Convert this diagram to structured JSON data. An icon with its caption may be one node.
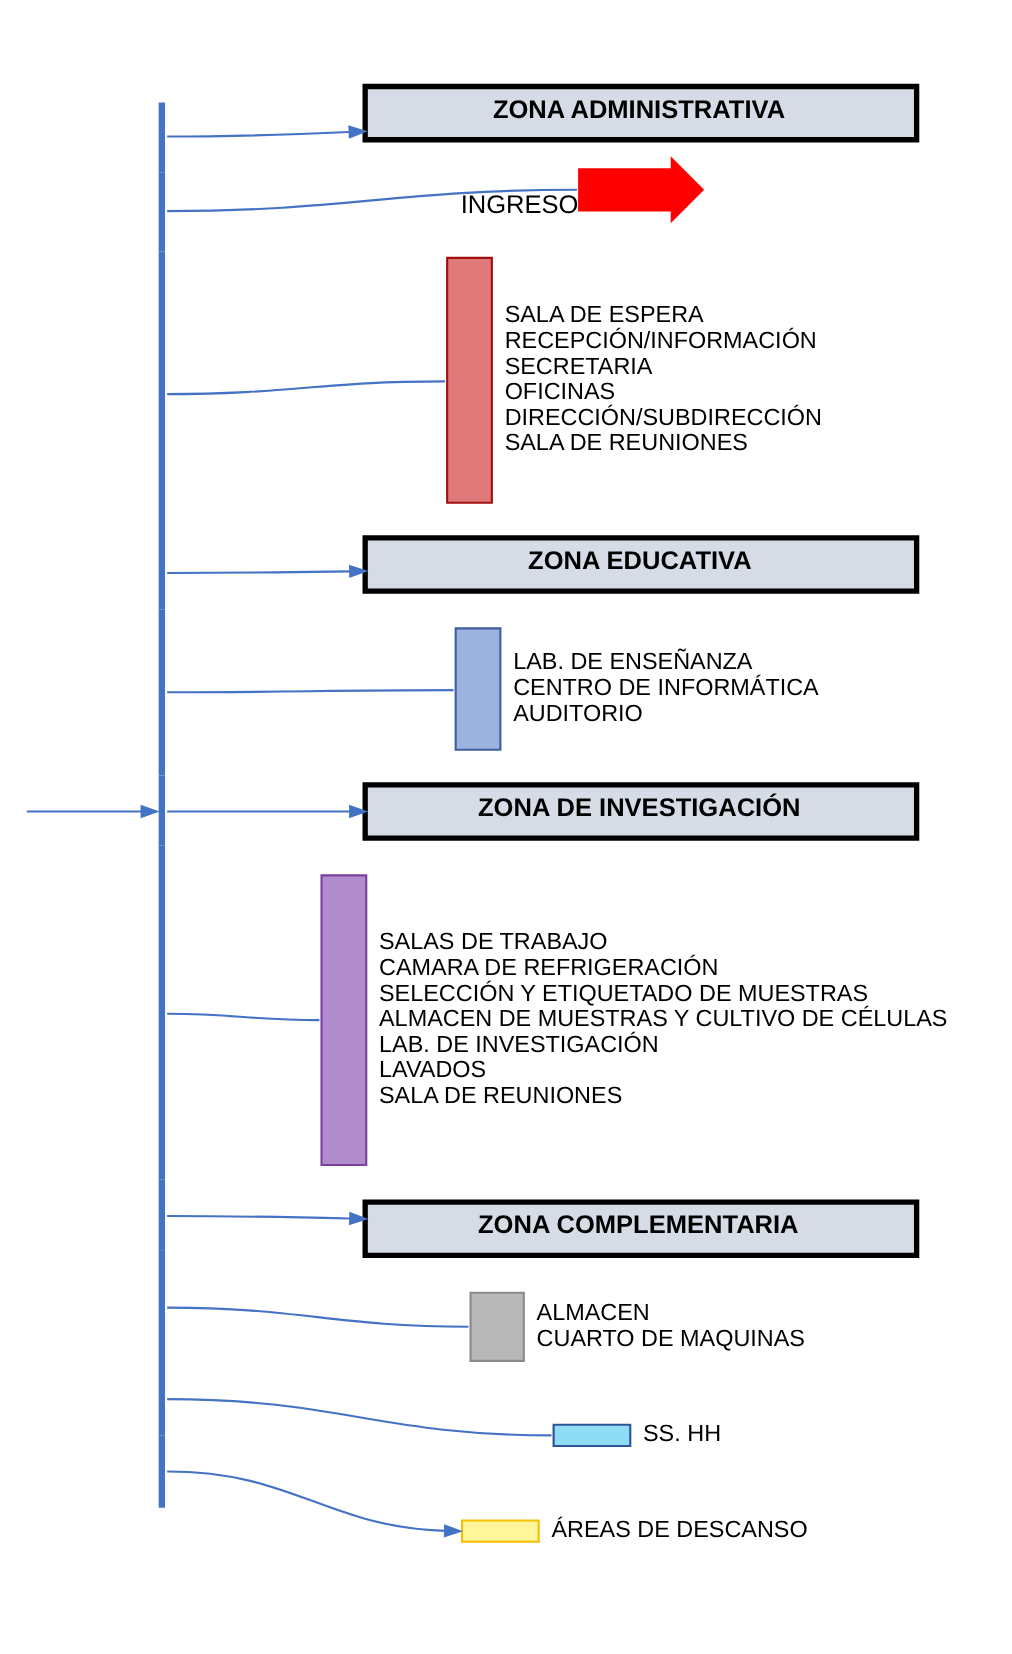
{
  "diagram": {
    "nodes": [
      {
        "text": [],
        "shape": "bar"
      },
      {
        "text": [
          "ZONA ADMINISTRATIVA"
        ]
      },
      {
        "text": [],
        "shape": "arrow",
        "beside": [
          "INGRESO"
        ]
      },
      {
        "text": [],
        "shape": "bar",
        "beside": [
          "SALA DE ESPERA",
          "RECEPCIÓN/INFORMACIÓN",
          "SECRETARIA",
          "OFICINAS",
          "DIRECCIÓN/SUBDIRECCIÓN",
          "SALA DE REUNIONES"
        ]
      },
      {
        "text": [
          "ZONA EDUCATIVA"
        ]
      },
      {
        "text": [],
        "shape": "bar",
        "beside": [
          "LAB. DE ENSEÑANZA",
          "CENTRO DE INFORMÁTICA",
          "AUDITORIO"
        ]
      },
      {
        "text": [
          "ZONA DE INVESTIGACIÓN"
        ]
      },
      {
        "text": [],
        "shape": "bar",
        "beside": [
          "SALAS DE TRABAJO",
          "CAMARA DE REFRIGERACIÓN",
          "SELECCIÓN Y ETIQUETADO DE MUESTRAS",
          "ALMACEN DE MUESTRAS Y CULTIVO DE CÉLULAS",
          "LAB. DE INVESTIGACIÓN",
          "LAVADOS",
          "SALA DE REUNIONES"
        ]
      },
      {
        "text": [
          "ZONA COMPLEMENTARIA"
        ]
      },
      {
        "text": [],
        "shape": "box",
        "beside": [
          "ALMACEN",
          "CUARTO DE MAQUINAS"
        ]
      },
      {
        "text": [],
        "shape": "box",
        "beside": [
          "SS. HH"
        ]
      },
      {
        "text": [],
        "shape": "box",
        "beside": [
          "ÁREAS DE DESCANSO"
        ]
      }
    ],
    "edges": [
      {
        "from": null,
        "to": 0,
        "arrow": "to"
      },
      {
        "from": 0,
        "to": 1,
        "arrow": "to"
      },
      {
        "from": 0,
        "to": 2,
        "arrow": "none"
      },
      {
        "from": 0,
        "to": 3,
        "arrow": "none"
      },
      {
        "from": 0,
        "to": 4,
        "arrow": "to"
      },
      {
        "from": 0,
        "to": 5,
        "arrow": "none"
      },
      {
        "from": 0,
        "to": 6,
        "arrow": "to"
      },
      {
        "from": 0,
        "to": 7,
        "arrow": "none"
      },
      {
        "from": 0,
        "to": 8,
        "arrow": "to"
      },
      {
        "from": 0,
        "to": 9,
        "arrow": "none"
      },
      {
        "from": 0,
        "to": 10,
        "arrow": "none"
      },
      {
        "from": 0,
        "to": 11,
        "arrow": "to"
      }
    ]
  }
}
